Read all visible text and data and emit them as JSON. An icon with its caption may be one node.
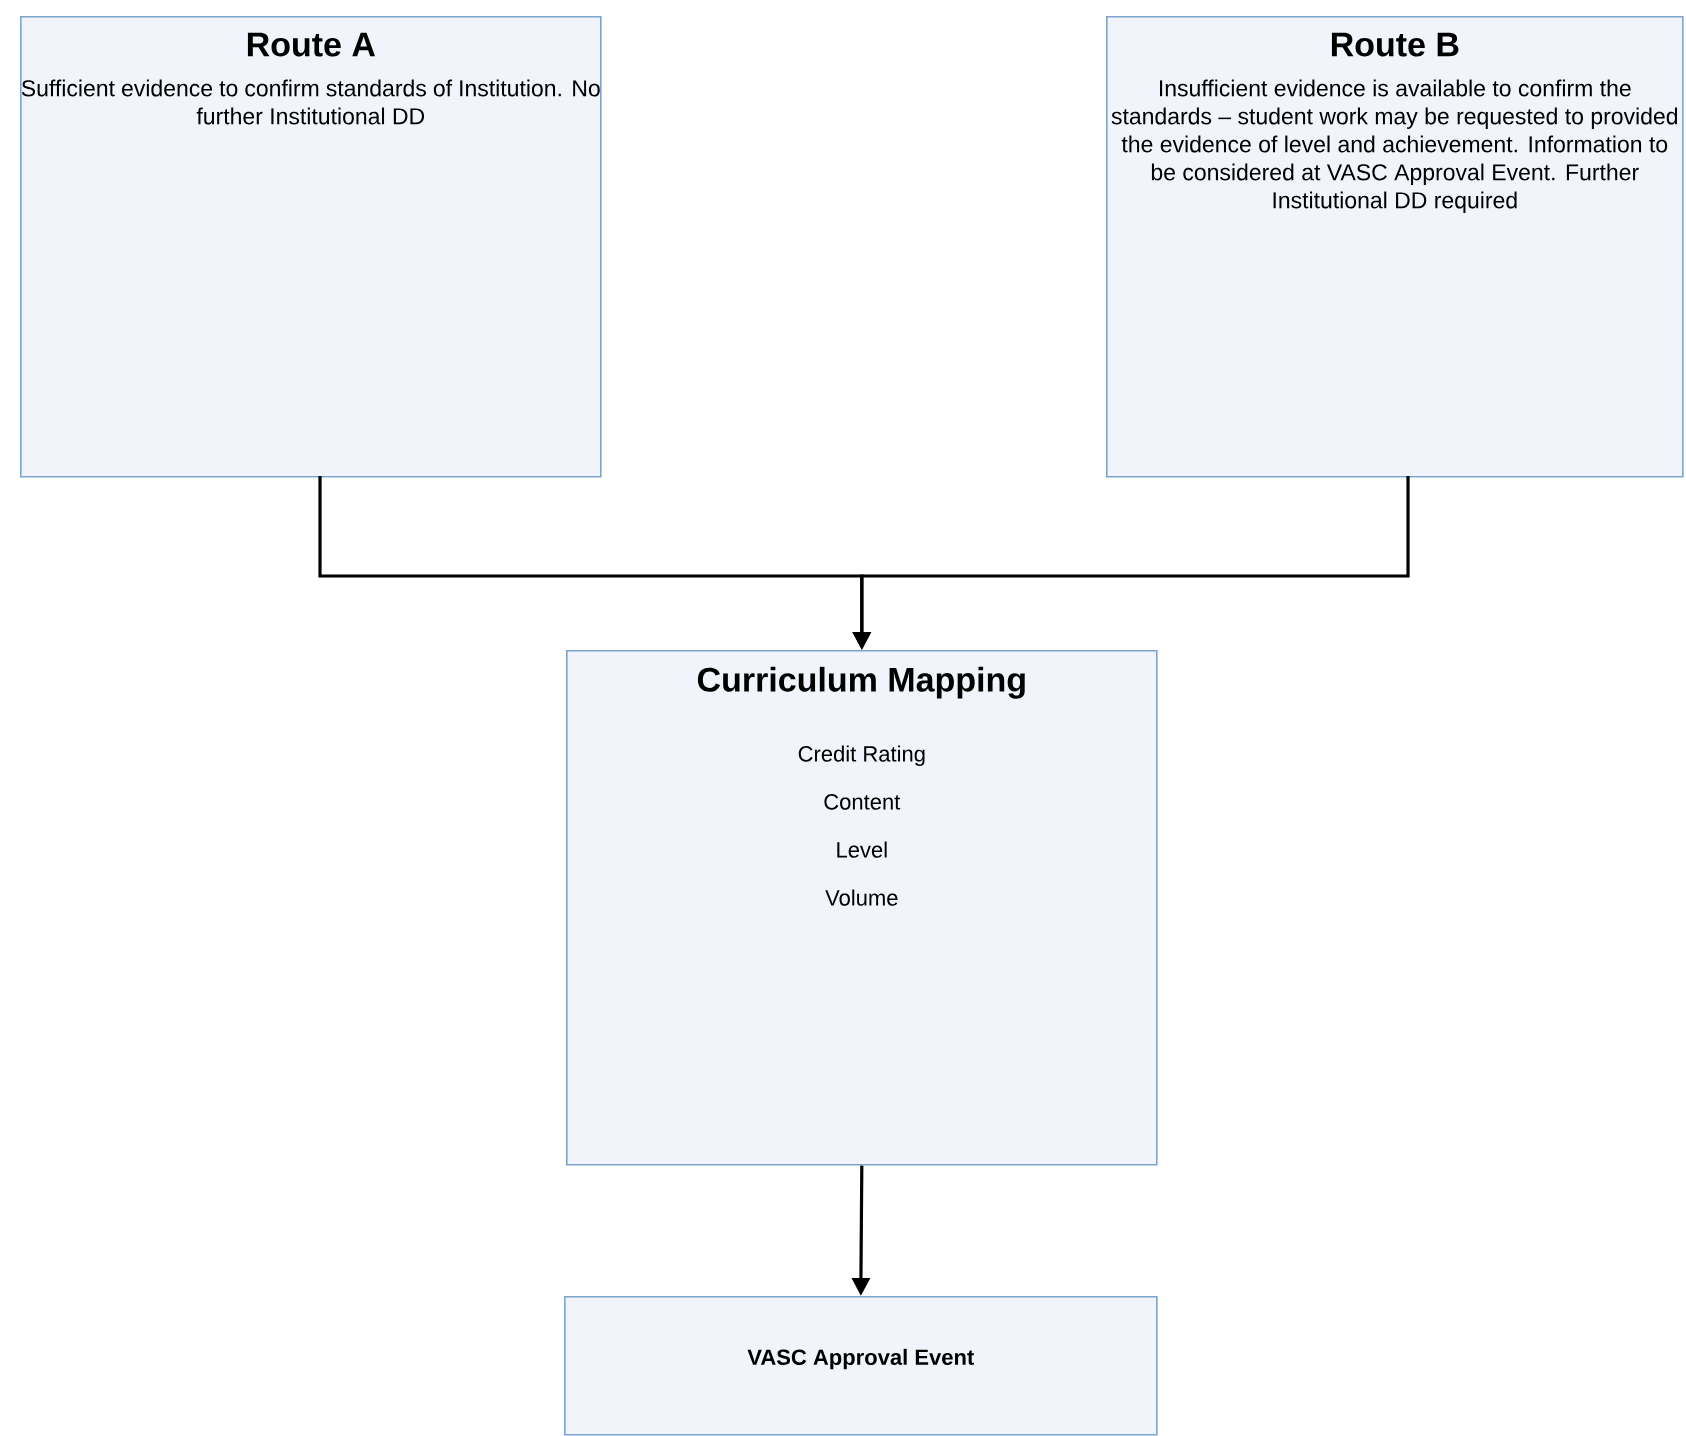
{
  "diagram": {
    "nodes": [
      {
        "text": [
          "Route A",
          "Sufficient evidence to confirm standards of Institution. No further Institutional DD"
        ]
      },
      {
        "text": [
          "Route B",
          "Insufficient evidence is available to confirm the standards – student work may be requested to provided the evidence of level and achievement. Information to be considered at VASC Approval Event. Further Institutional DD required"
        ]
      },
      {
        "text": [
          "Curriculum Mapping",
          "Credit Rating",
          "Content",
          "Level",
          "Volume"
        ]
      },
      {
        "text": [
          "VASC Approval Event"
        ]
      }
    ],
    "edges": [
      {
        "from": 0,
        "to": 2,
        "arrow": "to"
      },
      {
        "from": 1,
        "to": 2,
        "arrow": "to"
      },
      {
        "from": 2,
        "to": 3,
        "arrow": "to"
      }
    ]
  }
}
